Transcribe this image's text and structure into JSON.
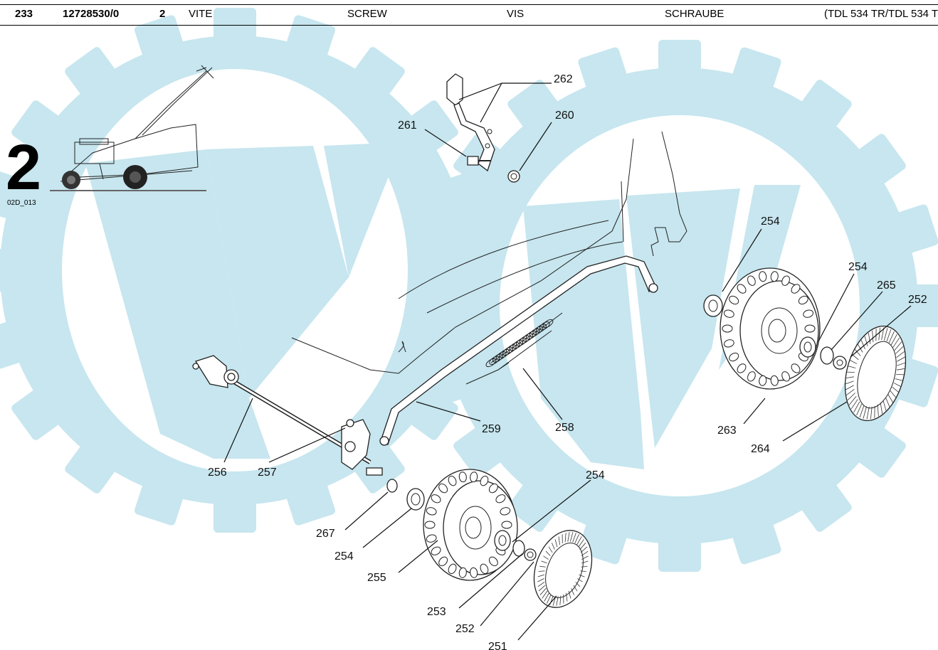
{
  "header_row": {
    "ref": "233",
    "part_number": "12728530/0",
    "quantity": "2",
    "desc_it": "VITE",
    "desc_en": "SCREW",
    "desc_fr": "VIS",
    "desc_de": "SCHRAUBE",
    "models": "(TDL 534 TR/TDL 534 T"
  },
  "section": {
    "number": "2",
    "code": "02D_013"
  },
  "watermark_color": "#c7e6ef",
  "callouts": {
    "c262": "262",
    "c261": "261",
    "c260": "260",
    "c254a": "254",
    "c254b": "254",
    "c265": "265",
    "c252a": "252",
    "c263": "263",
    "c264": "264",
    "c259": "259",
    "c258": "258",
    "c254c": "254",
    "c256": "256",
    "c257": "257",
    "c267": "267",
    "c254d": "254",
    "c255": "255",
    "c253": "253",
    "c252b": "252",
    "c251": "251"
  }
}
